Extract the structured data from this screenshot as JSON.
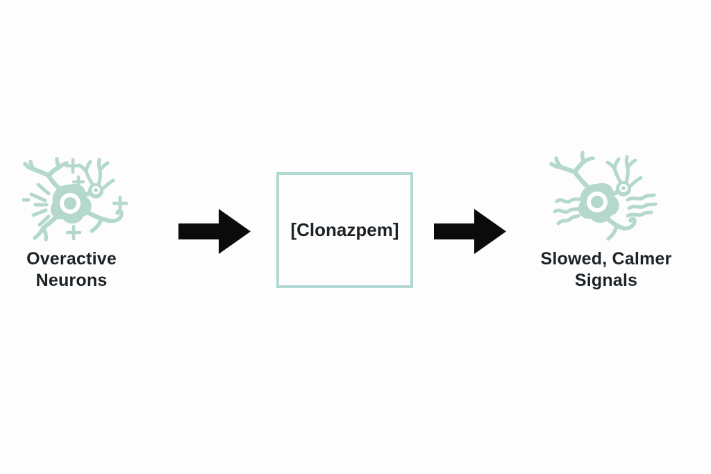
{
  "diagram": {
    "left": {
      "icon": "overactive-neuron-icon",
      "label_lines": [
        "Overactive",
        "Neurons"
      ]
    },
    "arrows": [
      {
        "icon": "right-arrow"
      },
      {
        "icon": "right-arrow"
      }
    ],
    "center_box": {
      "label": "[Clonazpem]"
    },
    "right": {
      "icon": "calm-neuron-icon",
      "label_lines": [
        "Slowed, Calmer",
        "Signals"
      ]
    }
  },
  "colors": {
    "neuron_teal": "#b4d8cd",
    "box_border_teal": "#b2d9d1",
    "label_text": "#1d2227",
    "arrow_black": "#0b0b0b",
    "page_bg": "#fdfdfd"
  }
}
